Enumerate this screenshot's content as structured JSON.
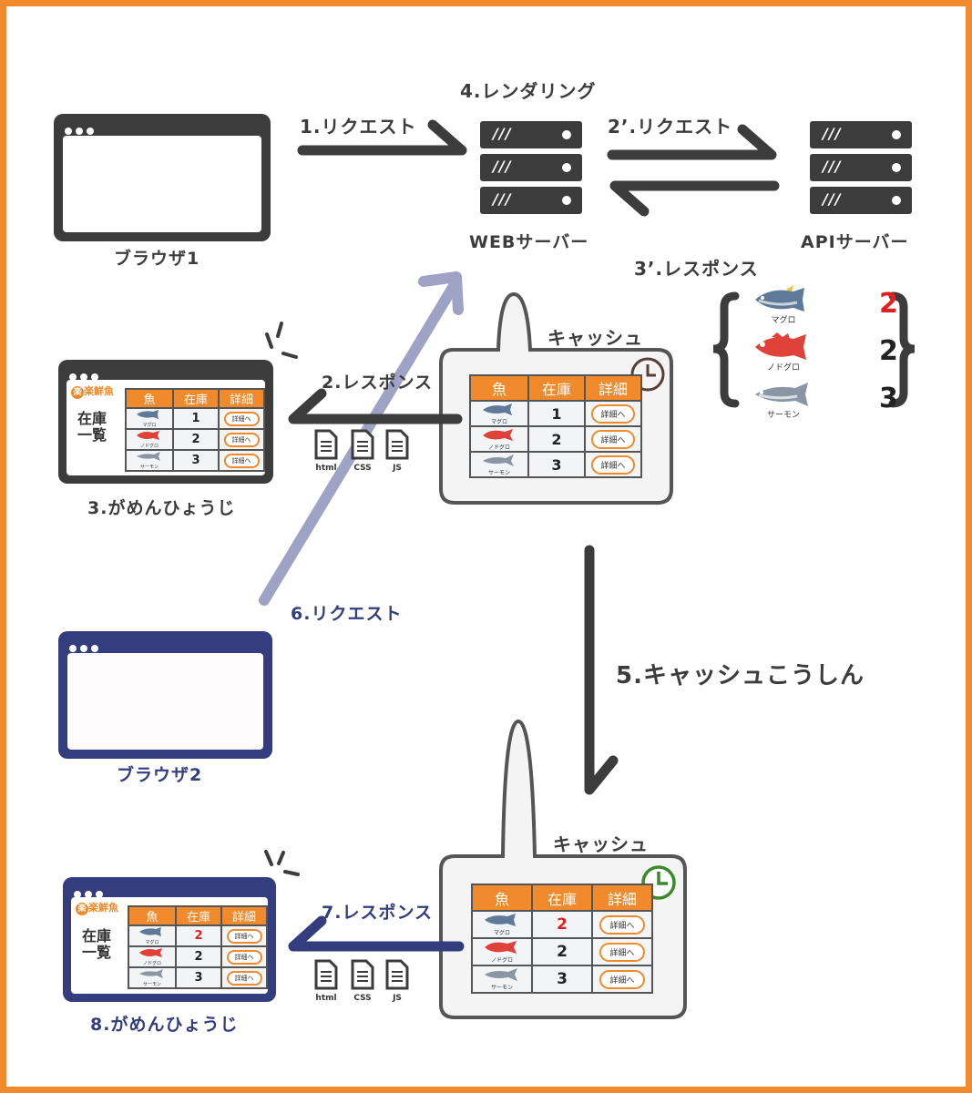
{
  "labels": {
    "request1": "1.リクエスト",
    "rendering": "4.レンダリング",
    "request2p": "2’.リクエスト",
    "response3p": "3’.レスポンス",
    "browser1": "ブラウザ1",
    "web_server": "WEBサーバー",
    "api_server": "APIサーバー",
    "response2": "2.レスポンス",
    "display3": "3.がめんひょうじ",
    "cache_top": "キャッシュ",
    "request6": "6.リクエスト",
    "cache_update5": "5.キャッシュこうしん",
    "browser2": "ブラウザ2",
    "response7": "7.レスポンス",
    "cache_bottom": "キャッシュ",
    "display8": "8.がめんひょうじ"
  },
  "files": [
    "html",
    "CSS",
    "JS"
  ],
  "site": {
    "logo": "楽",
    "name": "楽鮮魚",
    "title_line1": "在庫",
    "title_line2": "一覧"
  },
  "table_headers": [
    "魚",
    "在庫",
    "詳細"
  ],
  "detail_button": "詳細へ",
  "fish_names": [
    "マグロ",
    "ノドグロ",
    "サーモン"
  ],
  "old_stock": [
    "1",
    "2",
    "3"
  ],
  "new_stock": [
    "2",
    "2",
    "3"
  ],
  "api_stock": [
    "2",
    "2",
    "3"
  ],
  "api_brace_left": "{",
  "api_brace_right": "}",
  "colors": {
    "orange": "#f08a2c",
    "dark": "#3c3c3c",
    "navy": "#343d7e",
    "highlight_red": "#e02020",
    "clock_fresh": "#3b8a2a",
    "clock_stale": "#5a3d34",
    "request6_arrow": "#9ea3c6"
  },
  "icons": [
    "server-icon",
    "browser-window-icon",
    "file-document-icon",
    "clock-icon",
    "tuna-fish-icon",
    "red-fish-icon",
    "salmon-fish-icon",
    "sparkle-icon"
  ]
}
